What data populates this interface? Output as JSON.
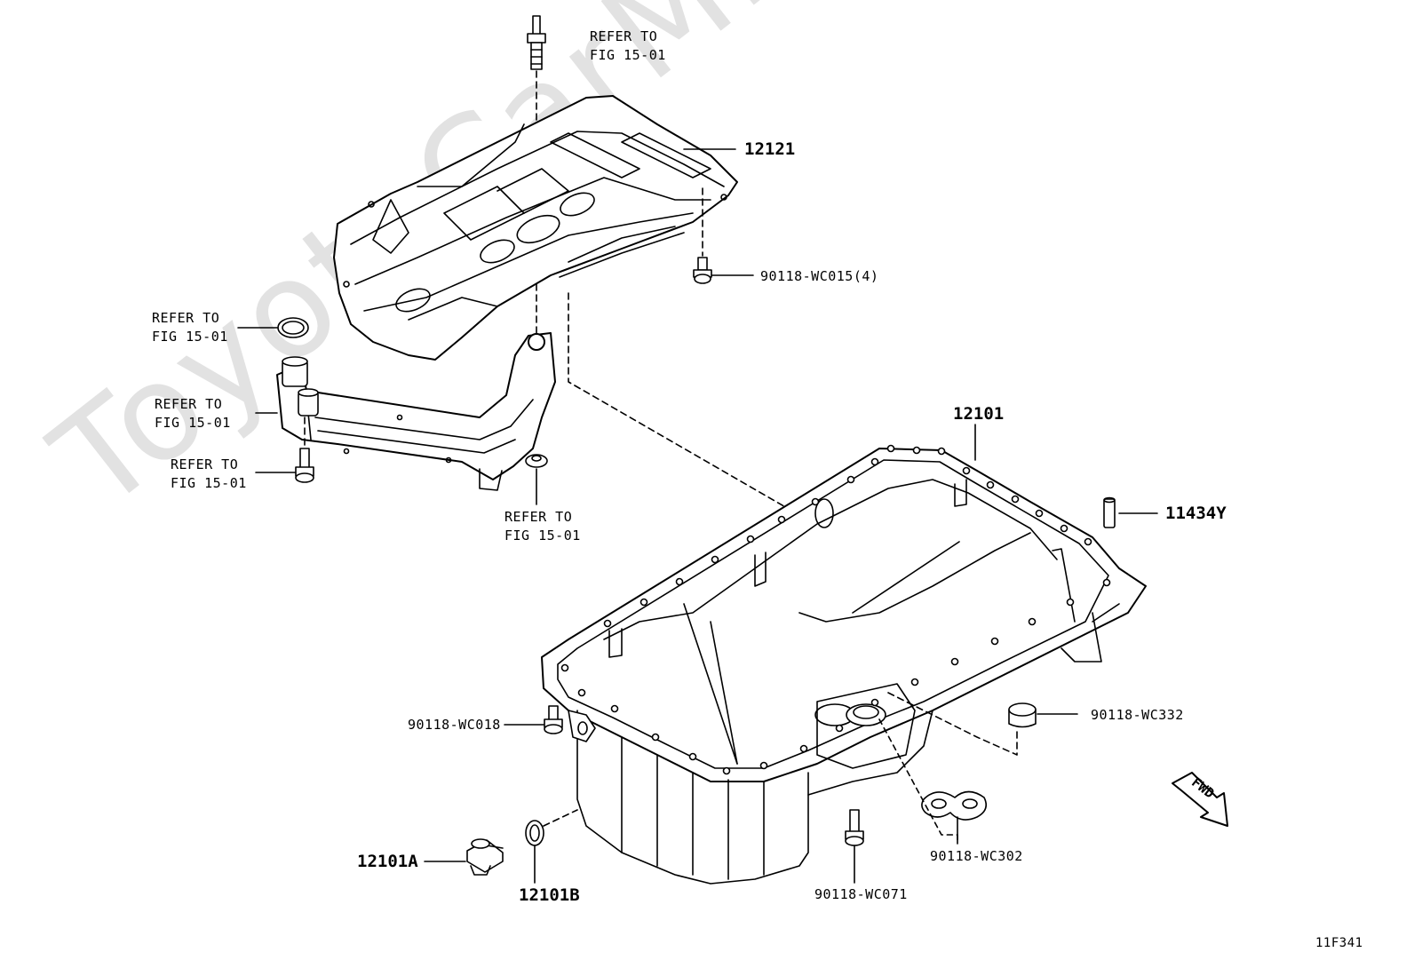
{
  "watermark": "ToyotaCarMine.ru",
  "figure_code": "11F341",
  "fwd_label": "FWD",
  "labels": {
    "refer_top": [
      "REFER TO",
      "FIG 15-01"
    ],
    "refer_left1": [
      "REFER TO",
      "FIG 15-01"
    ],
    "refer_left2": [
      "REFER TO",
      "FIG 15-01"
    ],
    "refer_left3": [
      "REFER TO",
      "FIG 15-01"
    ],
    "refer_bottom": [
      "REFER TO",
      "FIG 15-01"
    ],
    "p12121": "12121",
    "p90118_wc015": "90118-WC015(4)",
    "p12101": "12101",
    "p11434y": "11434Y",
    "p90118_wc332": "90118-WC332",
    "p90118_wc018": "90118-WC018",
    "p90118_wc302": "90118-WC302",
    "p90118_wc071": "90118-WC071",
    "p12101a": "12101A",
    "p12101b": "12101B"
  }
}
